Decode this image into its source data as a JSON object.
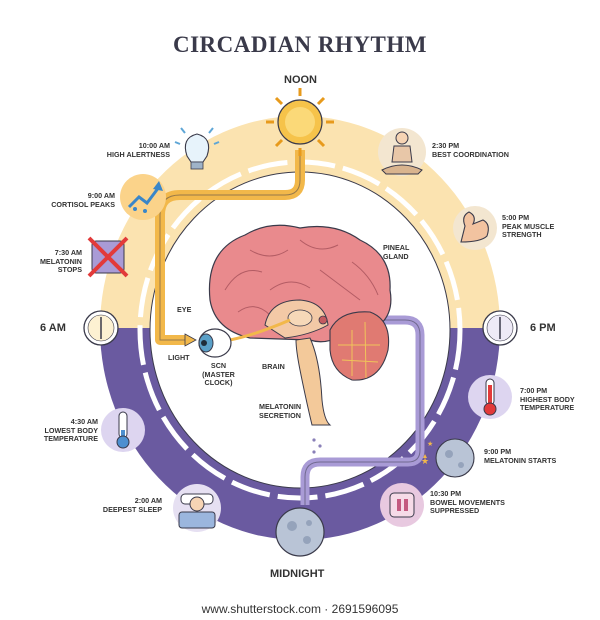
{
  "title": "CIRCADIAN RHYTHM",
  "markers": {
    "noon": "NOON",
    "midnight": "MIDNIGHT",
    "six_am": "6 AM",
    "six_pm": "6 PM"
  },
  "events": {
    "high_alertness": {
      "time": "10:00 AM",
      "label": "HIGH ALERTNESS"
    },
    "cortisol_peaks": {
      "time": "9:00 AM",
      "label": "CORTISOL PEAKS"
    },
    "melatonin_stops": {
      "time": "7:30 AM",
      "line1": "MELATONIN",
      "line2": "STOPS"
    },
    "best_coordination": {
      "time": "2:30 PM",
      "label": "BEST COORDINATION"
    },
    "peak_muscle": {
      "time": "5:00 PM",
      "line1": "PEAK MUSCLE",
      "line2": "STRENGTH"
    },
    "highest_temp": {
      "time": "7:00 PM",
      "line1": "HIGHEST BODY",
      "line2": "TEMPERATURE"
    },
    "melatonin_starts": {
      "time": "9:00 PM",
      "label": "MELATONIN STARTS"
    },
    "bowel": {
      "time": "10:30 PM",
      "line1": "BOWEL MOVEMENTS",
      "line2": "SUPPRESSED"
    },
    "lowest_temp": {
      "time": "4:30 AM",
      "line1": "LOWEST BODY",
      "line2": "TEMPERATURE"
    },
    "deepest_sleep": {
      "time": "2:00 AM",
      "label": "DEEPEST SLEEP"
    }
  },
  "brain_labels": {
    "pineal1": "PINEAL",
    "pineal2": "GLAND",
    "eye": "EYE",
    "light": "LIGHT",
    "scn1": "SCN",
    "scn2": "(MASTER",
    "scn3": "CLOCK)",
    "brain": "BRAIN",
    "melatonin1": "MELATONIN",
    "melatonin2": "SECRETION"
  },
  "footer": "www.shutterstock.com · 2691596095",
  "colors": {
    "day": "#fbe3b0",
    "night": "#6a5aa0",
    "night_dark": "#574a8e",
    "brain": "#e98a8d",
    "pathway": "#f2b84a",
    "sun": "#f6c34a"
  }
}
